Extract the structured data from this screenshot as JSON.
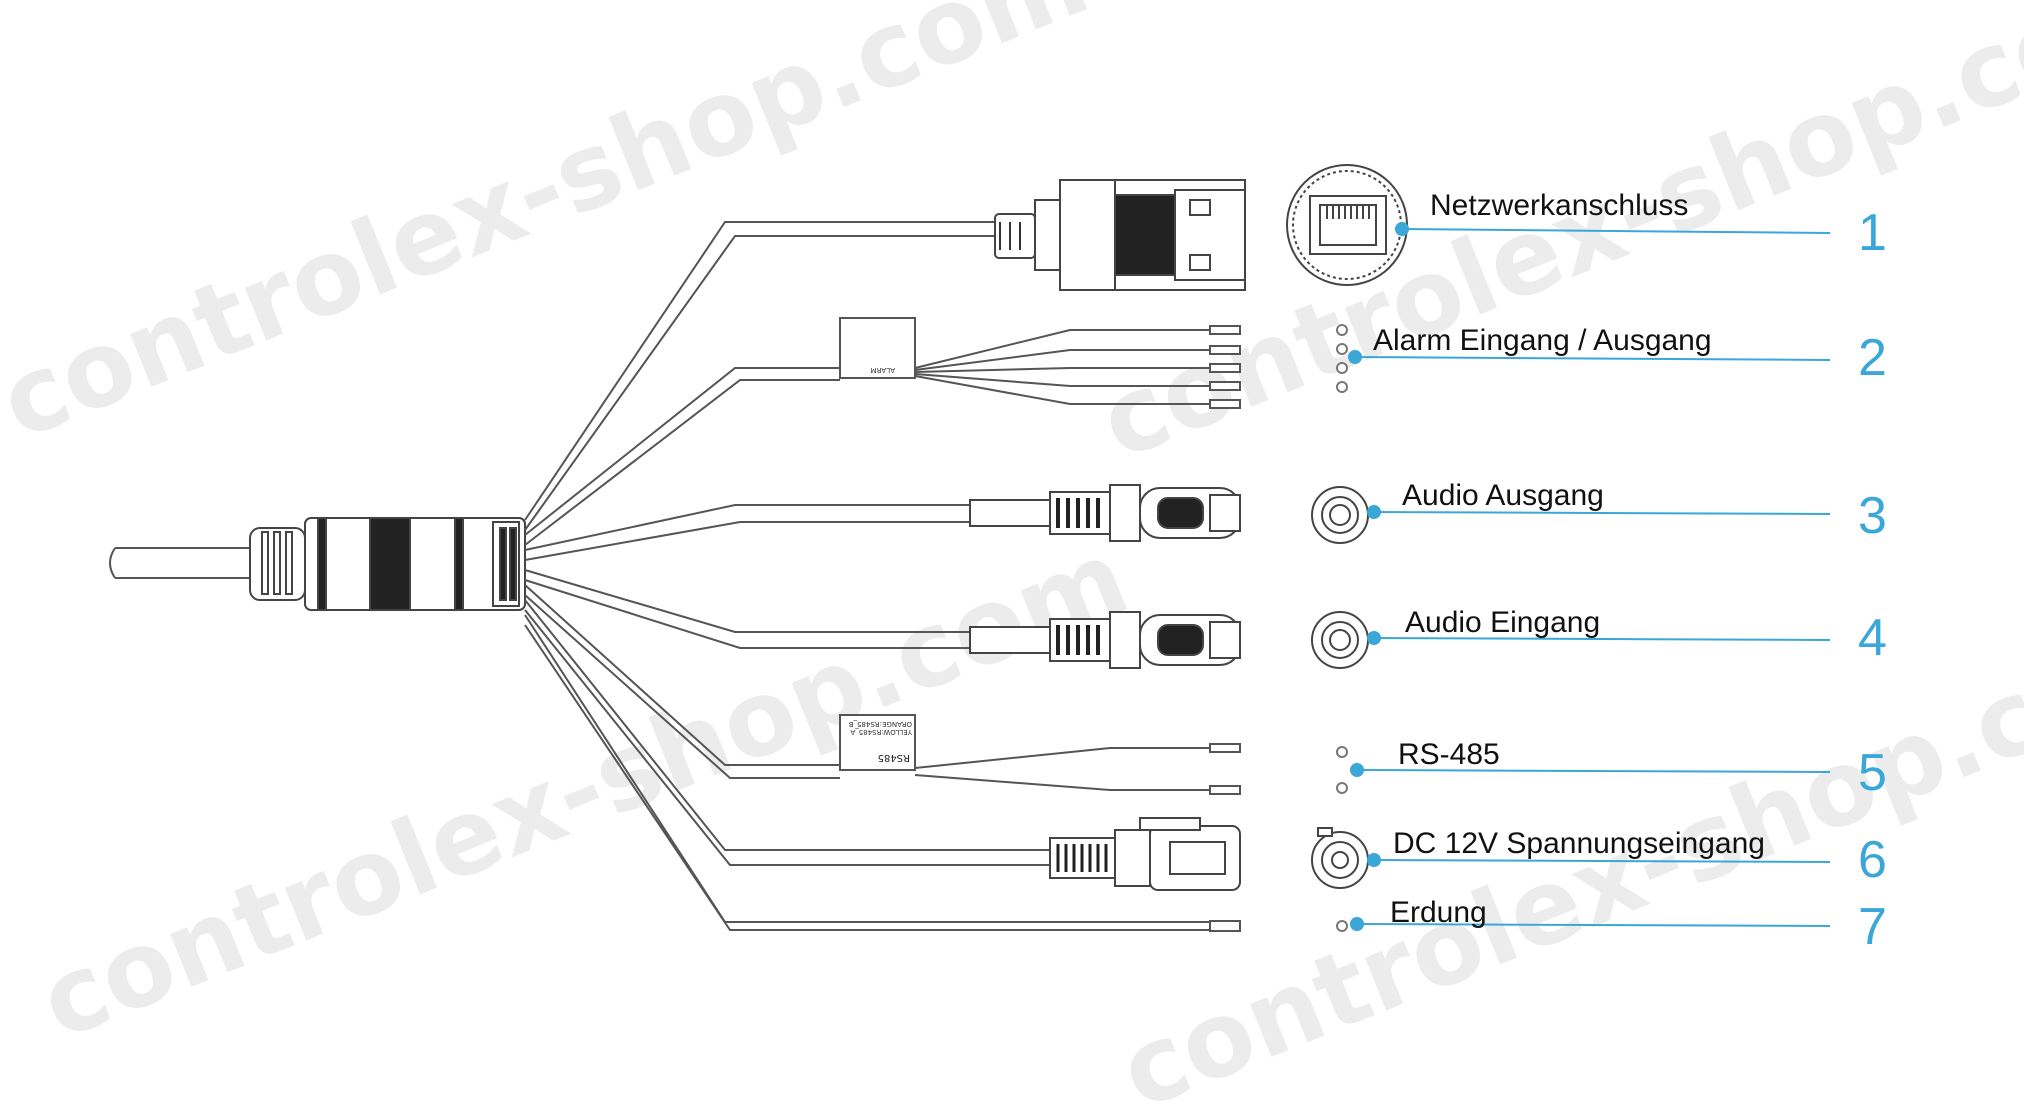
{
  "diagram": {
    "watermark": "controlex-shop.com",
    "connectors": [
      {
        "number": "1",
        "label": "Netzwerkanschluss"
      },
      {
        "number": "2",
        "label": "Alarm Eingang / Ausgang"
      },
      {
        "number": "3",
        "label": "Audio Ausgang"
      },
      {
        "number": "4",
        "label": "Audio Eingang"
      },
      {
        "number": "5",
        "label": "RS-485"
      },
      {
        "number": "6",
        "label": "DC 12V Spannungseingang"
      },
      {
        "number": "7",
        "label": "Erdung"
      }
    ],
    "tags": {
      "alarm_tag": "ALARM",
      "rs485_tag": "RS485",
      "rs485_line_a": "YELLOW:RS485_A",
      "rs485_line_b": "ORANGE:RS485_B"
    },
    "colors": {
      "accent": "#3aa7d8",
      "line": "#555555",
      "watermark": "#ececec"
    }
  }
}
